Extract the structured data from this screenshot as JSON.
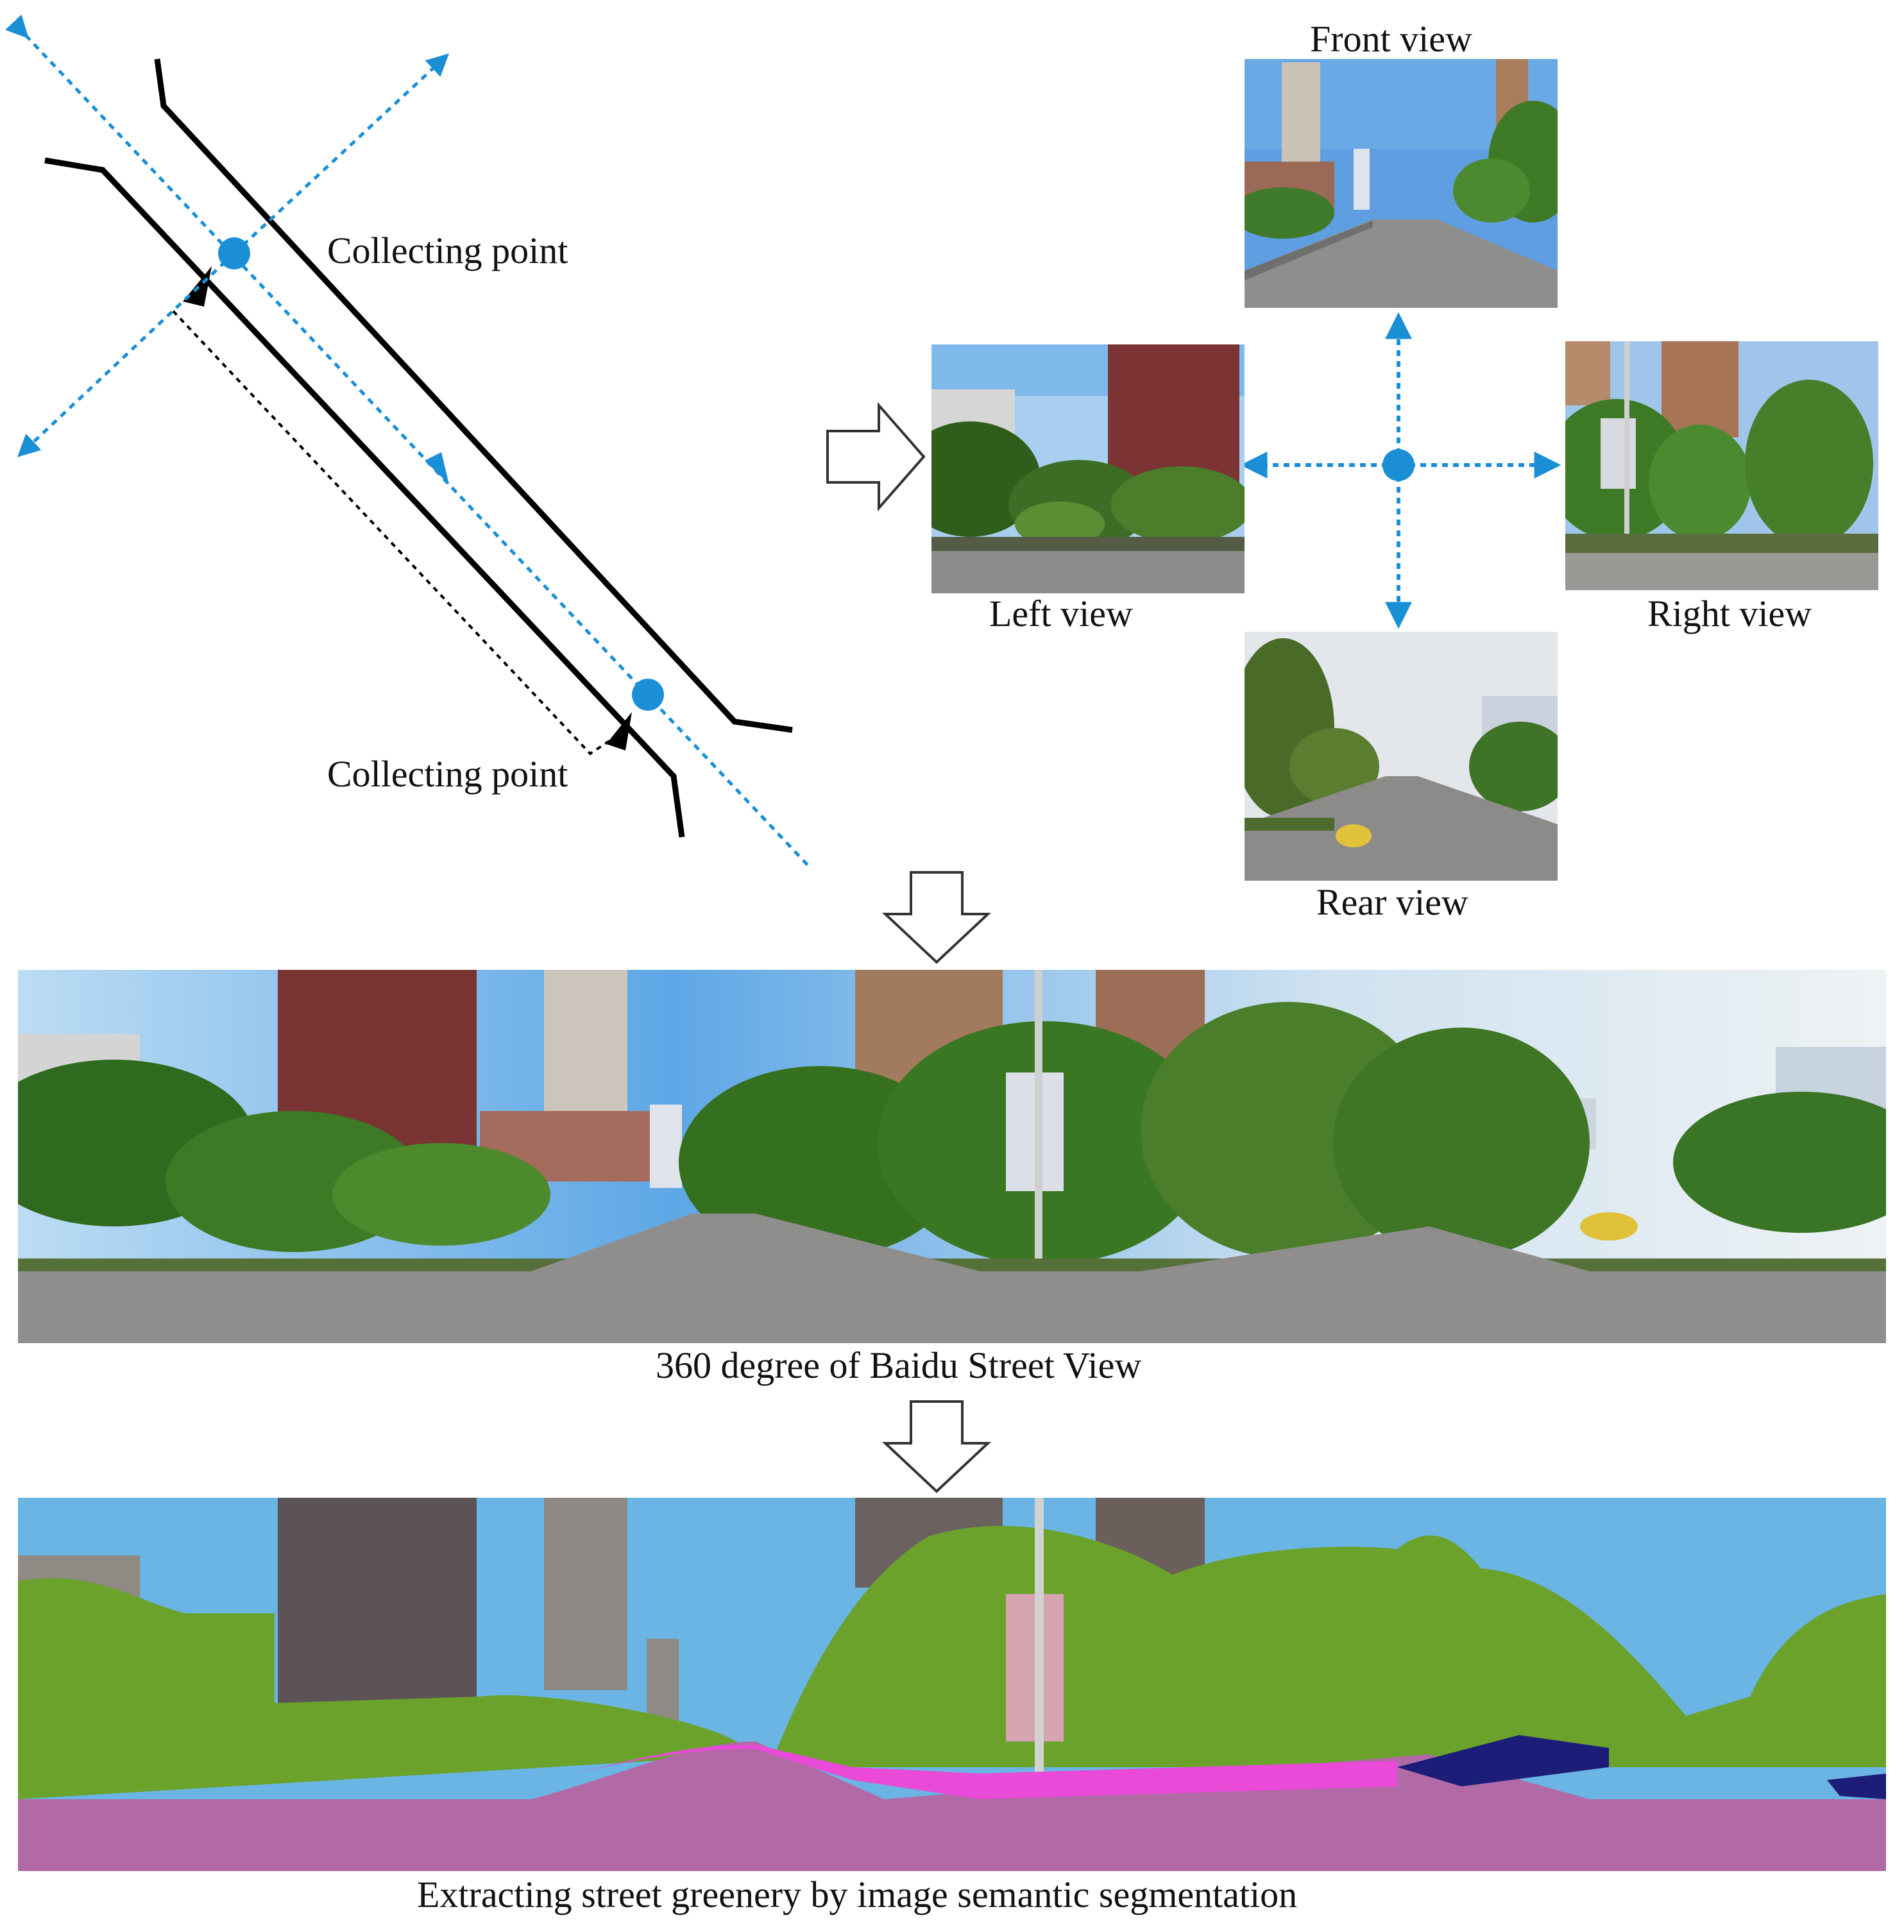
{
  "labels": {
    "collecting_point_top": "Collecting point",
    "collecting_point_bottom": "Collecting point",
    "front_view": "Front view",
    "left_view": "Left view",
    "right_view": "Right view",
    "rear_view": "Rear view",
    "panorama_caption": "360 degree of Baidu Street View",
    "segmentation_caption": "Extracting street greenery by image semantic segmentation"
  },
  "colors": {
    "arrow_blue": "#1a8fd6",
    "road_line": "#000000",
    "sky": "#8fc6ee",
    "greenery": "#6aa22c",
    "road_seg": "#b16aa6",
    "sidewalk_seg": "#e94ad8",
    "car_seg": "#1b1d78"
  },
  "icons": {
    "arrow_right": "hollow-arrow-right-icon",
    "arrow_down": "hollow-arrow-down-icon",
    "collecting_point": "blue-dot-icon"
  }
}
